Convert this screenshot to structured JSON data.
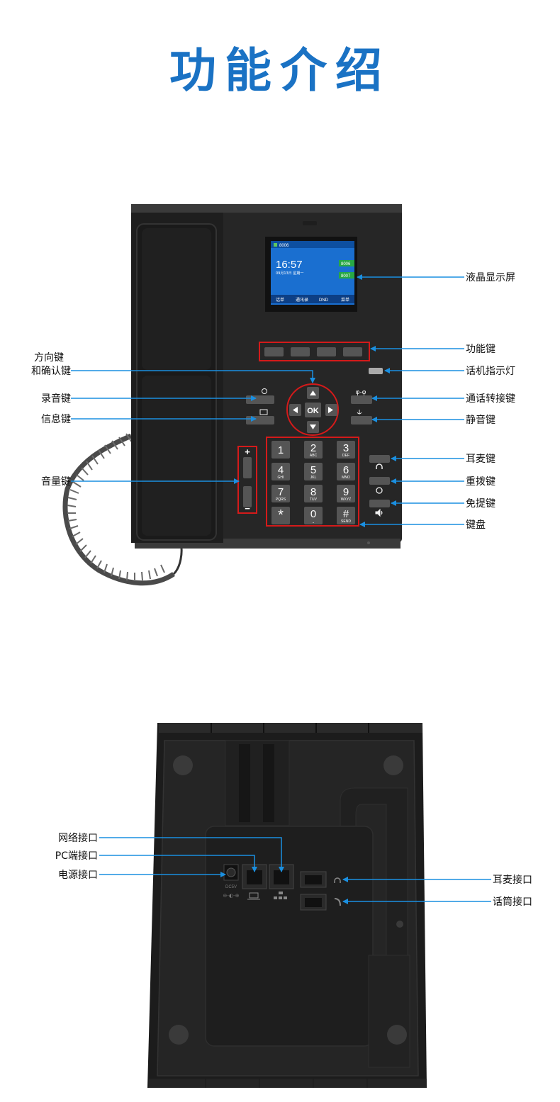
{
  "title": "功能介绍",
  "colors": {
    "title": "#1a72c4",
    "arrow": "#1a8fe0",
    "highlight": "#d41a1a",
    "body": "#222222"
  },
  "screen": {
    "ext": "8006",
    "time": "16:57",
    "date": "09月13日 星期一",
    "line1": "8006",
    "line2": "8007",
    "softkeys": [
      "话单",
      "通讯录",
      "DND",
      "菜单"
    ]
  },
  "keypad": [
    {
      "digit": "1",
      "letters": ""
    },
    {
      "digit": "2",
      "letters": "ABC"
    },
    {
      "digit": "3",
      "letters": "DEF"
    },
    {
      "digit": "4",
      "letters": "GHI"
    },
    {
      "digit": "5",
      "letters": "JKL"
    },
    {
      "digit": "6",
      "letters": "MNO"
    },
    {
      "digit": "7",
      "letters": "PQRS"
    },
    {
      "digit": "8",
      "letters": "TUV"
    },
    {
      "digit": "9",
      "letters": "WXYZ"
    },
    {
      "digit": "*",
      "letters": ""
    },
    {
      "digit": "0",
      "letters": "⎵"
    },
    {
      "digit": "#",
      "letters": "SEND"
    }
  ],
  "nav": {
    "ok": "OK"
  },
  "volume": {
    "plus": "+",
    "minus": "−"
  },
  "front_labels": {
    "lcd": "液晶显示屏",
    "function_keys": "功能键",
    "phone_indicator": "话机指示灯",
    "direction_line1": "方向键",
    "direction_line2": "和确认键",
    "record": "录音键",
    "transfer": "通话转接键",
    "message": "信息键",
    "mute": "静音键",
    "headset": "耳麦键",
    "volume": "音量键",
    "redial": "重拨键",
    "handsfree": "免提键",
    "keyboard": "键盘"
  },
  "back_labels": {
    "network": "网络接口",
    "pc": "PC端接口",
    "power": "电源接口",
    "headset_port": "耳麦接口",
    "handset_port": "话筒接口"
  },
  "back_panel": {
    "dc": "DC5V"
  }
}
